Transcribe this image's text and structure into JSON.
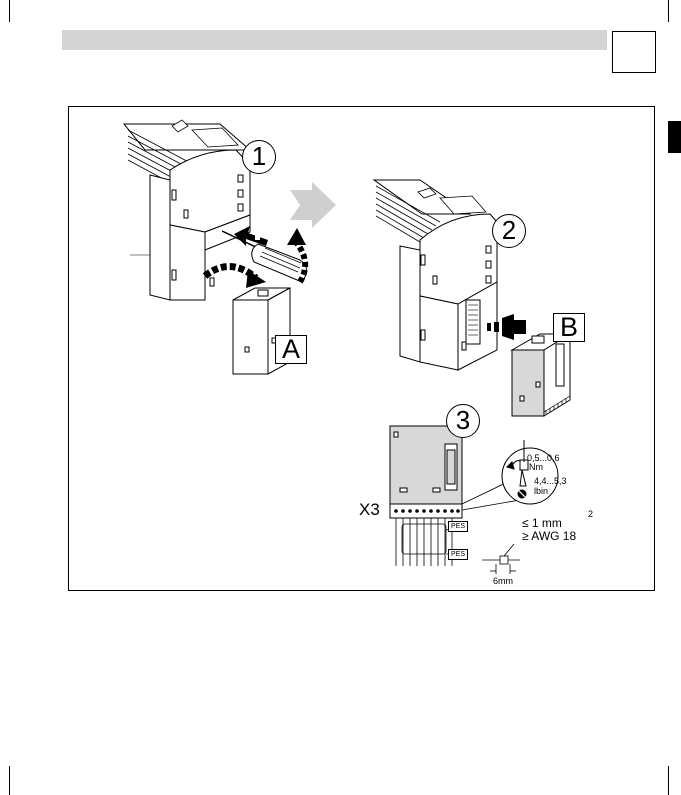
{
  "steps": [
    "1",
    "2",
    "3"
  ],
  "parts": {
    "a": "A",
    "b": "B"
  },
  "connector": {
    "name": "X3",
    "pes_labels": [
      "PES",
      "PES"
    ]
  },
  "torque": {
    "nm_value": "0,5...0,6",
    "nm_unit": "Nm",
    "lbin_value": "4,4...5,3",
    "lbin_unit": "lbin"
  },
  "wire": {
    "cross_section": "≤ 1 mm",
    "cross_section_exp": "2",
    "awg": "≥ AWG 18",
    "strip_length": "6mm"
  },
  "colors": {
    "header_bar": "#d4d4d4",
    "board": "#d8d8d8",
    "arrow": "#cfcfcf"
  }
}
